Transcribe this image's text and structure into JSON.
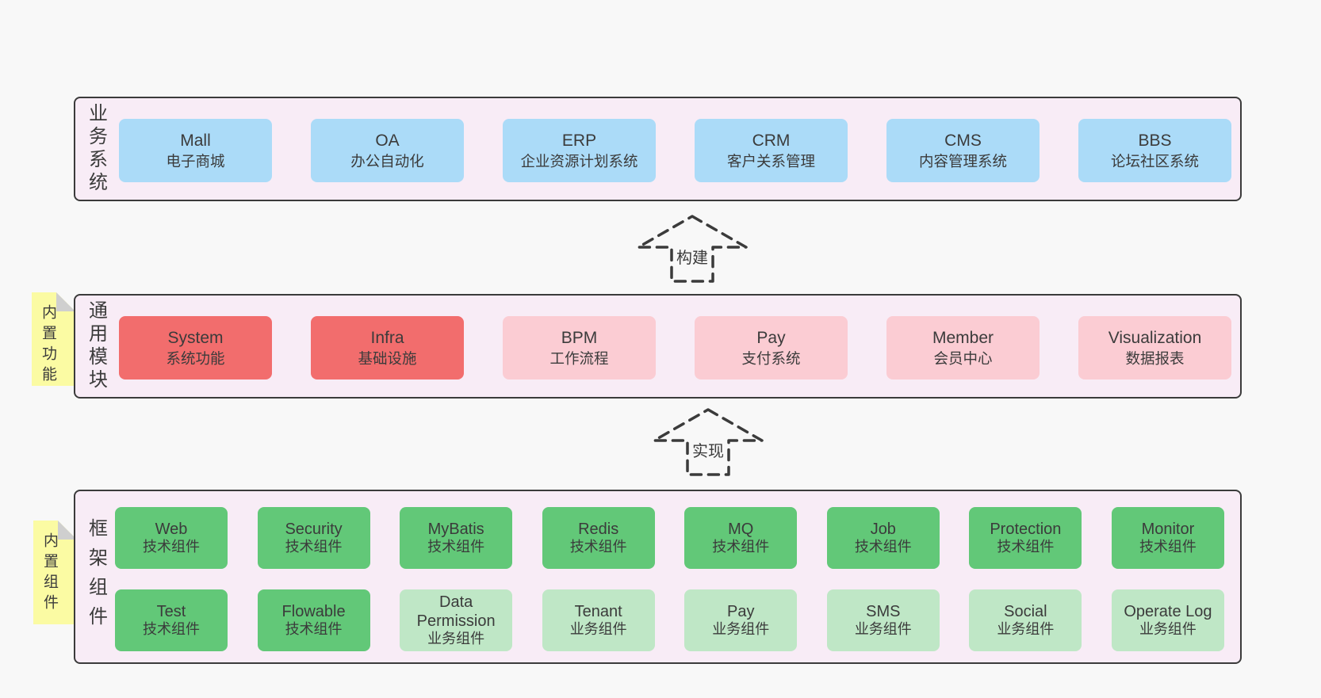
{
  "colors": {
    "page-bg": "#f8f8f8",
    "band-bg": "#f8ecf6",
    "ink": "#3b3b3b",
    "box-blue": "#abdbf8",
    "box-red": "#f26d6d",
    "box-pink": "#fbccd3",
    "box-green": "#62c878",
    "box-green-light": "#bfe7c6",
    "sticky-bg": "#fbfba3",
    "fold": "#cfcfcf"
  },
  "bands": [
    {
      "label": "业务系统",
      "boxes": [
        {
          "title": "Mall",
          "subtitle": "电子商城",
          "variant": "blue"
        },
        {
          "title": "OA",
          "subtitle": "办公自动化",
          "variant": "blue"
        },
        {
          "title": "ERP",
          "subtitle": "企业资源计划系统",
          "variant": "blue"
        },
        {
          "title": "CRM",
          "subtitle": "客户关系管理",
          "variant": "blue"
        },
        {
          "title": "CMS",
          "subtitle": "内容管理系统",
          "variant": "blue"
        },
        {
          "title": "BBS",
          "subtitle": "论坛社区系统",
          "variant": "blue"
        }
      ]
    },
    {
      "label": "通用模块",
      "sticky": "内置功能",
      "boxes": [
        {
          "title": "System",
          "subtitle": "系统功能",
          "variant": "red"
        },
        {
          "title": "Infra",
          "subtitle": "基础设施",
          "variant": "red"
        },
        {
          "title": "BPM",
          "subtitle": "工作流程",
          "variant": "pink"
        },
        {
          "title": "Pay",
          "subtitle": "支付系统",
          "variant": "pink"
        },
        {
          "title": "Member",
          "subtitle": "会员中心",
          "variant": "pink"
        },
        {
          "title": "Visualization",
          "subtitle": "数据报表",
          "variant": "pink"
        }
      ]
    },
    {
      "label": "框架组件",
      "sticky": "内置组件",
      "rows": [
        [
          {
            "title": "Web",
            "subtitle": "技术组件",
            "variant": "green"
          },
          {
            "title": "Security",
            "subtitle": "技术组件",
            "variant": "green"
          },
          {
            "title": "MyBatis",
            "subtitle": "技术组件",
            "variant": "green"
          },
          {
            "title": "Redis",
            "subtitle": "技术组件",
            "variant": "green"
          },
          {
            "title": "MQ",
            "subtitle": "技术组件",
            "variant": "green"
          },
          {
            "title": "Job",
            "subtitle": "技术组件",
            "variant": "green"
          },
          {
            "title": "Protection",
            "subtitle": "技术组件",
            "variant": "green"
          },
          {
            "title": "Monitor",
            "subtitle": "技术组件",
            "variant": "green"
          }
        ],
        [
          {
            "title": "Test",
            "subtitle": "技术组件",
            "variant": "green"
          },
          {
            "title": "Flowable",
            "subtitle": "技术组件",
            "variant": "green"
          },
          {
            "title": "Data Permission",
            "subtitle": "业务组件",
            "variant": "green-light"
          },
          {
            "title": "Tenant",
            "subtitle": "业务组件",
            "variant": "green-light"
          },
          {
            "title": "Pay",
            "subtitle": "业务组件",
            "variant": "green-light"
          },
          {
            "title": "SMS",
            "subtitle": "业务组件",
            "variant": "green-light"
          },
          {
            "title": "Social",
            "subtitle": "业务组件",
            "variant": "green-light"
          },
          {
            "title": "Operate Log",
            "subtitle": "业务组件",
            "variant": "green-light"
          }
        ]
      ]
    }
  ],
  "arrows": [
    {
      "label": "构建"
    },
    {
      "label": "实现"
    }
  ]
}
